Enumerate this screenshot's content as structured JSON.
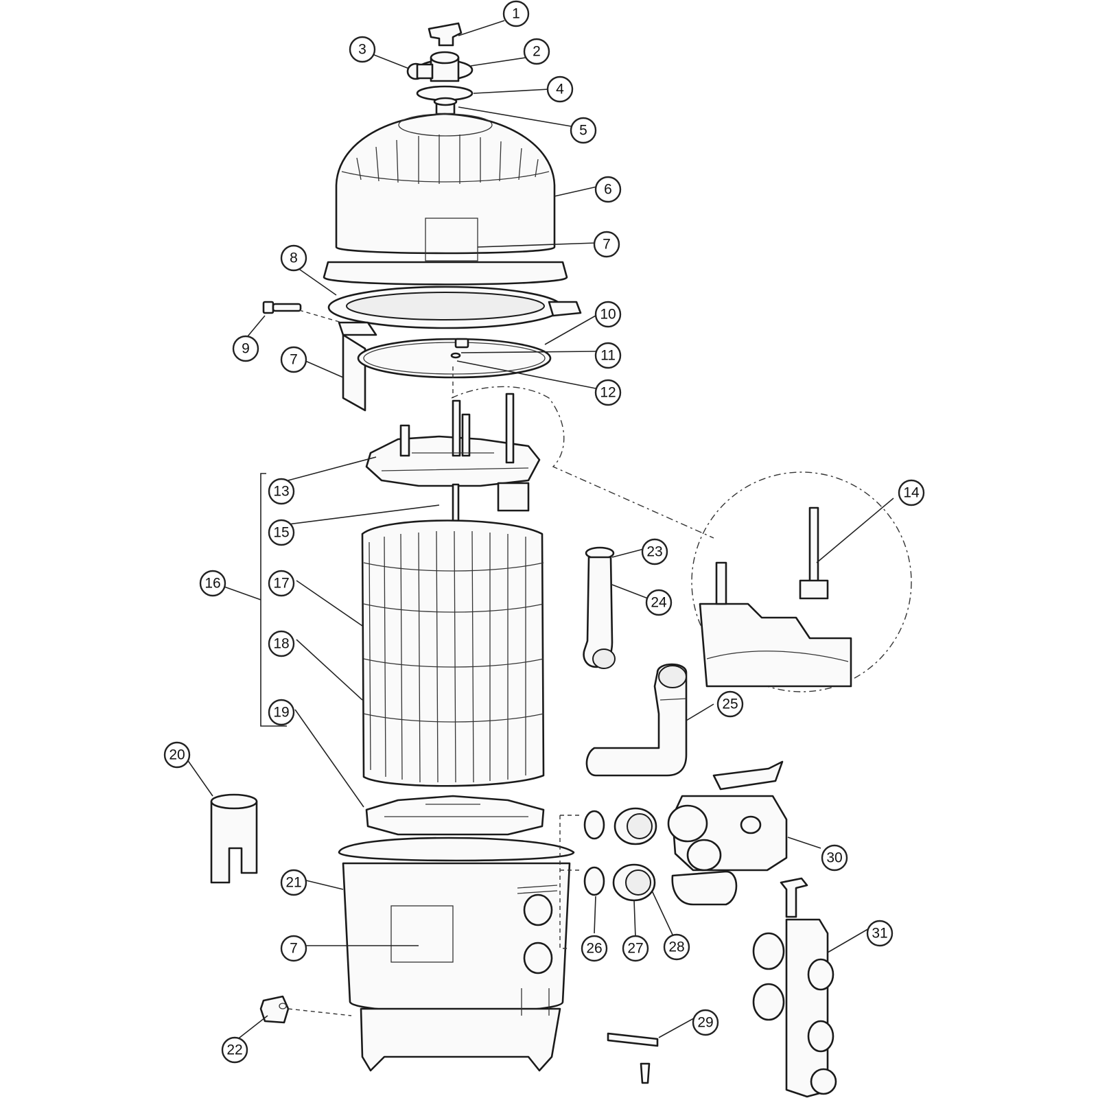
{
  "diagram": {
    "callouts": [
      {
        "label": "1"
      },
      {
        "label": "2"
      },
      {
        "label": "3"
      },
      {
        "label": "4"
      },
      {
        "label": "5"
      },
      {
        "label": "6"
      },
      {
        "label": "7"
      },
      {
        "label": "7"
      },
      {
        "label": "7"
      },
      {
        "label": "8"
      },
      {
        "label": "9"
      },
      {
        "label": "10"
      },
      {
        "label": "11"
      },
      {
        "label": "12"
      },
      {
        "label": "13"
      },
      {
        "label": "14"
      },
      {
        "label": "15"
      },
      {
        "label": "16"
      },
      {
        "label": "17"
      },
      {
        "label": "18"
      },
      {
        "label": "19"
      },
      {
        "label": "20"
      },
      {
        "label": "21"
      },
      {
        "label": "7"
      },
      {
        "label": "22"
      },
      {
        "label": "23"
      },
      {
        "label": "24"
      },
      {
        "label": "25"
      },
      {
        "label": "26"
      },
      {
        "label": "27"
      },
      {
        "label": "28"
      },
      {
        "label": "29"
      },
      {
        "label": "30"
      },
      {
        "label": "31"
      }
    ]
  }
}
